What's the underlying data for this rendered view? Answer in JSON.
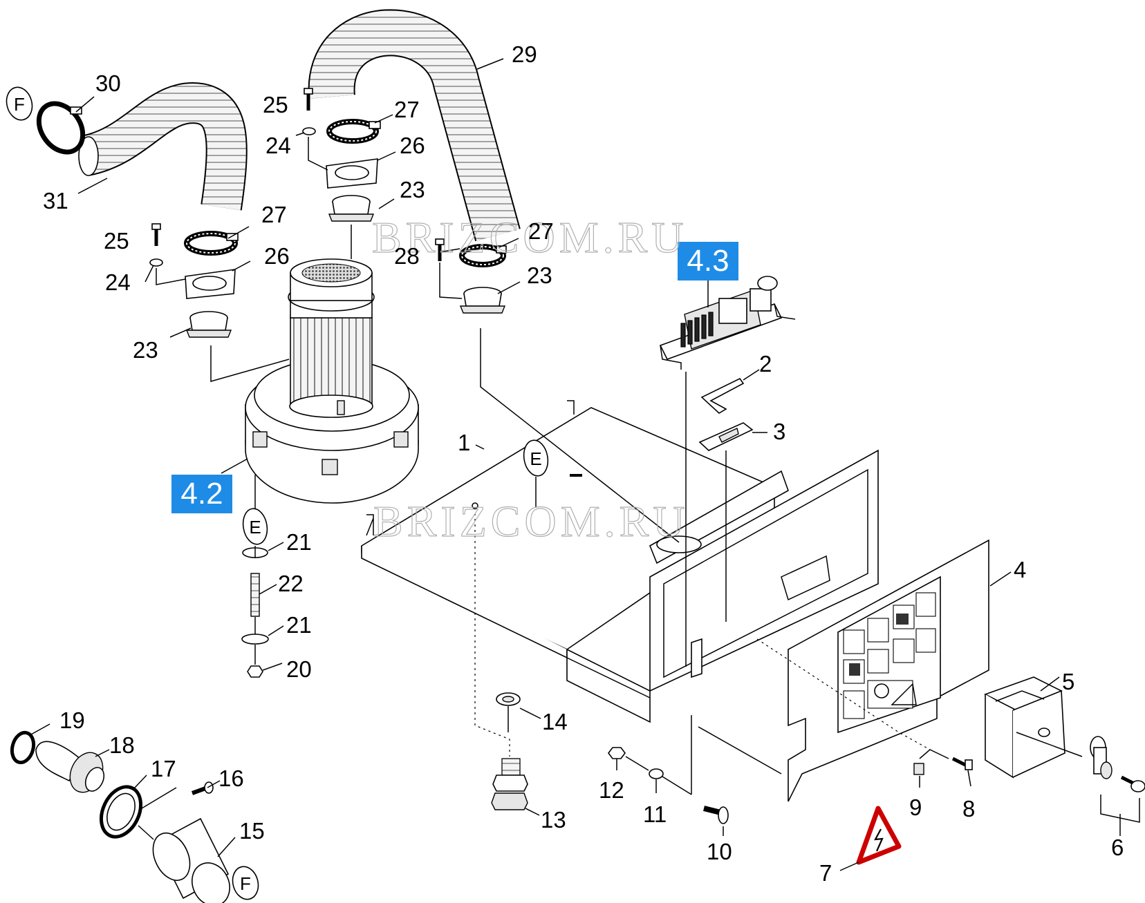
{
  "watermarks": [
    "BRIZCOM.RU",
    "BRIZCOM.RU"
  ],
  "section_refs": [
    {
      "text": "4.2",
      "color": "#1e8ce6"
    },
    {
      "text": "4.3",
      "color": "#1e8ce6"
    }
  ],
  "markers": {
    "E": "E",
    "F": "F"
  },
  "warning_symbol_color": "#cc0000",
  "labels": {
    "l1": "1",
    "l2": "2",
    "l3": "3",
    "l4": "4",
    "l5": "5",
    "l6": "6",
    "l7": "7",
    "l8": "8",
    "l9": "9",
    "l10": "10",
    "l11": "11",
    "l12": "12",
    "l13": "13",
    "l14": "14",
    "l15": "15",
    "l16": "16",
    "l17": "17",
    "l18": "18",
    "l19": "19",
    "l20": "20",
    "l21a": "21",
    "l21b": "21",
    "l22": "22",
    "l23a": "23",
    "l23b": "23",
    "l23c": "23",
    "l24a": "24",
    "l24b": "24",
    "l25a": "25",
    "l25b": "25",
    "l26a": "26",
    "l26b": "26",
    "l27a": "27",
    "l27b": "27",
    "l27c": "27",
    "l28": "28",
    "l29": "29",
    "l30": "30",
    "l31": "31"
  }
}
